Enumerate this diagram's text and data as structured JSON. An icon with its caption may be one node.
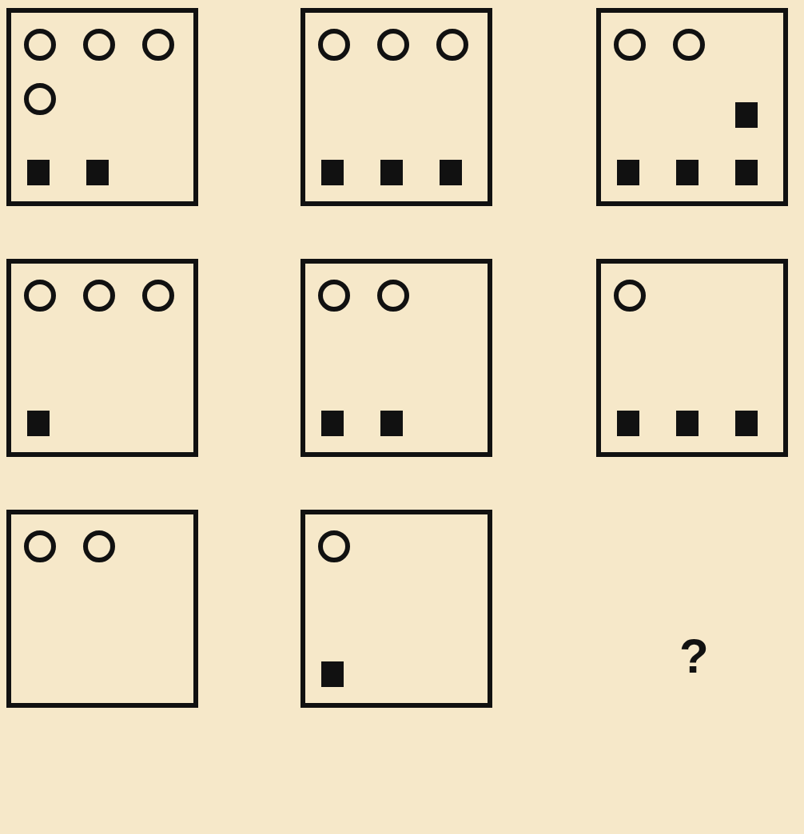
{
  "diagram": {
    "nodes": [
      {
        "text": [],
        "shape": "box"
      },
      {
        "text": [],
        "shape": "circle",
        "in": 0
      },
      {
        "text": [],
        "shape": "circle",
        "in": 0
      },
      {
        "text": [],
        "shape": "circle",
        "in": 0
      },
      {
        "text": [],
        "shape": "circle",
        "in": 0
      },
      {
        "text": [],
        "shape": "box",
        "in": 0
      },
      {
        "text": [],
        "shape": "box",
        "in": 0
      },
      {
        "text": [],
        "shape": "box"
      },
      {
        "text": [],
        "shape": "circle",
        "in": 7
      },
      {
        "text": [],
        "shape": "circle",
        "in": 7
      },
      {
        "text": [],
        "shape": "circle",
        "in": 7
      },
      {
        "text": [],
        "shape": "box",
        "in": 7
      },
      {
        "text": [],
        "shape": "box",
        "in": 7
      },
      {
        "text": [],
        "shape": "box",
        "in": 7
      },
      {
        "text": [],
        "shape": "box"
      },
      {
        "text": [],
        "shape": "circle",
        "in": 14
      },
      {
        "text": [],
        "shape": "circle",
        "in": 14
      },
      {
        "text": [],
        "shape": "box",
        "in": 14
      },
      {
        "text": [],
        "shape": "box",
        "in": 14
      },
      {
        "text": [],
        "shape": "box",
        "in": 14
      },
      {
        "text": [],
        "shape": "box",
        "in": 14
      },
      {
        "text": [],
        "shape": "box"
      },
      {
        "text": [],
        "shape": "circle",
        "in": 21
      },
      {
        "text": [],
        "shape": "circle",
        "in": 21
      },
      {
        "text": [],
        "shape": "circle",
        "in": 21
      },
      {
        "text": [],
        "shape": "box",
        "in": 21
      },
      {
        "text": [],
        "shape": "box"
      },
      {
        "text": [],
        "shape": "circle",
        "in": 26
      },
      {
        "text": [],
        "shape": "circle",
        "in": 26
      },
      {
        "text": [],
        "shape": "box",
        "in": 26
      },
      {
        "text": [],
        "shape": "box",
        "in": 26
      },
      {
        "text": [],
        "shape": "box"
      },
      {
        "text": [],
        "shape": "circle",
        "in": 31
      },
      {
        "text": [],
        "shape": "box",
        "in": 31
      },
      {
        "text": [],
        "shape": "box",
        "in": 31
      },
      {
        "text": [],
        "shape": "box",
        "in": 31
      },
      {
        "text": [],
        "shape": "box"
      },
      {
        "text": [],
        "shape": "circle",
        "in": 36
      },
      {
        "text": [],
        "shape": "circle",
        "in": 36
      },
      {
        "text": [],
        "shape": "box"
      },
      {
        "text": [],
        "shape": "circle",
        "in": 39
      },
      {
        "text": [],
        "shape": "box",
        "in": 39
      }
    ],
    "labels": [
      "?"
    ]
  }
}
